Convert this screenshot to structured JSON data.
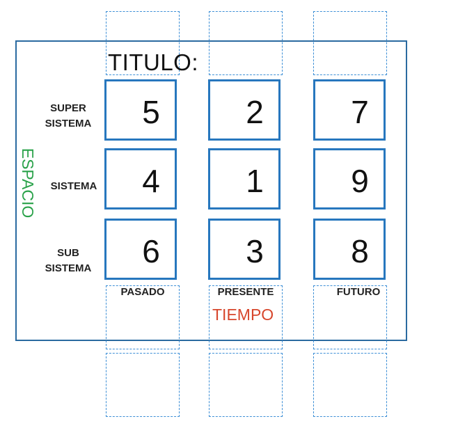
{
  "title": "TITULO:",
  "axis": {
    "space_label": "ESPACIO",
    "time_label": "TIEMPO"
  },
  "rows": [
    {
      "line1": "SUPER",
      "line2": "SISTEMA"
    },
    {
      "line1": "SISTEMA",
      "line2": ""
    },
    {
      "line1": "SUB",
      "line2": "SISTEMA"
    }
  ],
  "columns": [
    "PASADO",
    "PRESENTE",
    "FUTURO"
  ],
  "grid": [
    [
      "5",
      "2",
      "7"
    ],
    [
      "4",
      "1",
      "9"
    ],
    [
      "6",
      "3",
      "8"
    ]
  ],
  "colors": {
    "frame": "#2a6aa0",
    "cell_border": "#2777be",
    "dashed": "#3d8fd6",
    "espacio": "#2aa24a",
    "tiempo": "#d7462c"
  }
}
